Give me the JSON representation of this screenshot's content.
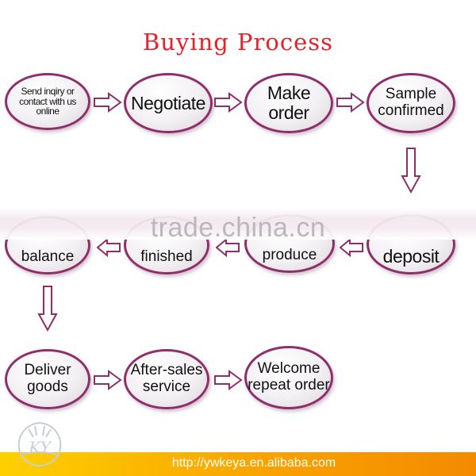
{
  "title": "Buying Process",
  "nodes": {
    "send_inquiry": "Send inqiry or\ncontact with us online",
    "negotiate": "Negotiate",
    "make_order": "Make order",
    "sample_confirmed": "Sample\nconfirmed",
    "deposit": "deposit",
    "produce": "produce",
    "finished": "finished",
    "balance": "balance",
    "deliver_goods": "Deliver goods",
    "after_sales": "After-sales\nservice",
    "welcome_repeat": "Welcome\nrepeat order"
  },
  "watermark": "trade.china.cn",
  "footer": {
    "url": "http://ywkeya.en.alibaba.com"
  },
  "logo": {
    "icon": "company-logo-icon",
    "text": "KY"
  },
  "colors": {
    "title": "#e3232b",
    "node_border": "#8e2f6a",
    "arrow_stroke": "#8e2f6a",
    "footer_start": "#ffd000",
    "footer_end": "#f48a00"
  }
}
